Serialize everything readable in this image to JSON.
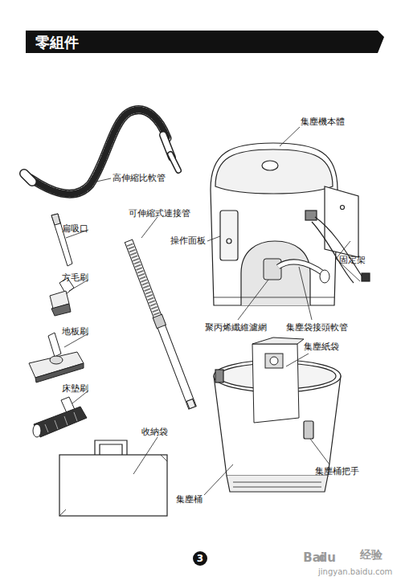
{
  "diagram": {
    "title": "零組件",
    "labels": [
      "高伸縮比軟管",
      "扁吸口",
      "可伸縮式連接管",
      "方毛刷",
      "地板刷",
      "床墊刷",
      "收納袋",
      "集塵機本體",
      "操作面板",
      "固定架",
      "聚丙烯纖維濾網",
      "集塵袋接頭軟管",
      "集塵紙袋",
      "集塵桶把手",
      "集塵桶",
      "3",
      "Bai",
      "du",
      "经验",
      "jingyan.baidu.com"
    ]
  }
}
